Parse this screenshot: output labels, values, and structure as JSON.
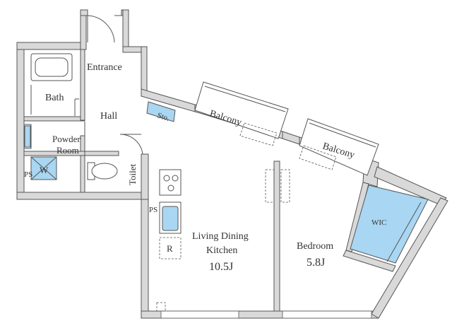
{
  "rooms": {
    "entrance": "Entrance",
    "bath": "Bath",
    "hall": "Hall",
    "storage": "Sto.",
    "balcony_1": "Balcony",
    "balcony_2": "Balcony",
    "powder_room_line1": "Powder",
    "powder_room_line2": "Room",
    "washer": "W",
    "pipe_space_1": "PS",
    "pipe_space_2": "PS",
    "toilet": "Toilet",
    "refrigerator": "R",
    "ldk_line1": "Living Dining",
    "ldk_line2": "Kitchen",
    "ldk_size": "10.5J",
    "bedroom": "Bedroom",
    "bedroom_size": "5.8J",
    "walk_in_closet": "WIC"
  },
  "colors": {
    "wall_fill": "#d9d9d9",
    "accent_blue": "#a9d6f2"
  }
}
